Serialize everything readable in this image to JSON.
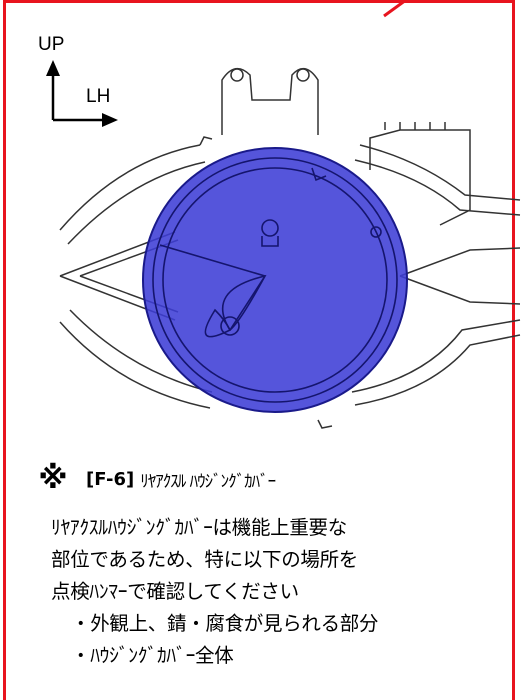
{
  "orientation": {
    "up_label": "UP",
    "lh_label": "LH"
  },
  "colors": {
    "frame": "#e8141e",
    "highlight_fill": "#3d3dd6",
    "line": "#333333"
  },
  "heading": {
    "mark": "※",
    "code": "[F-6]",
    "title": "ﾘﾔｱｸｽﾙ ﾊｳｼﾞﾝｸﾞｶﾊﾞｰ"
  },
  "body": {
    "lines": [
      "ﾘﾔｱｸｽﾙﾊｳｼﾞﾝｸﾞｶﾊﾞｰは機能上重要な",
      "部位であるため、特に以下の場所を",
      "点検ﾊﾝﾏｰで確認してください"
    ],
    "bullets": [
      "・外観上、錆・腐食が見られる部分",
      "・ﾊｳｼﾞﾝｸﾞｶﾊﾞｰ全体"
    ]
  }
}
